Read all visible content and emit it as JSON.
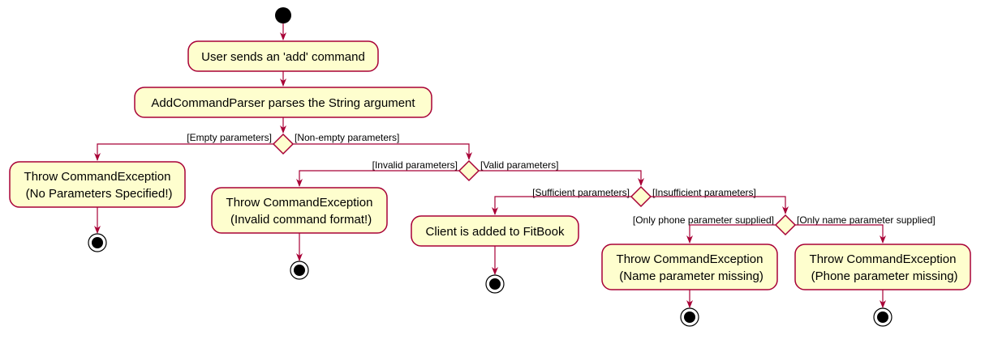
{
  "colors": {
    "activity_fill": "#FEFECE",
    "border_and_arrows": "#A80036",
    "start_end": "#000000"
  },
  "activities": {
    "user_sends_add": "User sends an 'add' command",
    "parser_parses": "AddCommandParser parses the String argument",
    "throw_no_params": [
      "Throw CommandException",
      " (No Parameters Specified!)"
    ],
    "throw_invalid_format": [
      "Throw CommandException",
      " (Invalid command format!)"
    ],
    "client_added": "Client is added to FitBook",
    "throw_name_missing": [
      "Throw CommandException",
      " (Name parameter missing)"
    ],
    "throw_phone_missing": [
      "Throw CommandException",
      " (Phone parameter missing)"
    ]
  },
  "guards": {
    "empty_parameters": "[Empty parameters]",
    "non_empty_parameters": "[Non-empty parameters]",
    "invalid_parameters": "[Invalid parameters]",
    "valid_parameters": "[Valid parameters]",
    "sufficient_parameters": "[Sufficient parameters]",
    "insufficient_parameters": "[Insufficient parameters]",
    "only_phone_supplied": "[Only phone parameter supplied]",
    "only_name_supplied": "[Only name parameter supplied]"
  }
}
